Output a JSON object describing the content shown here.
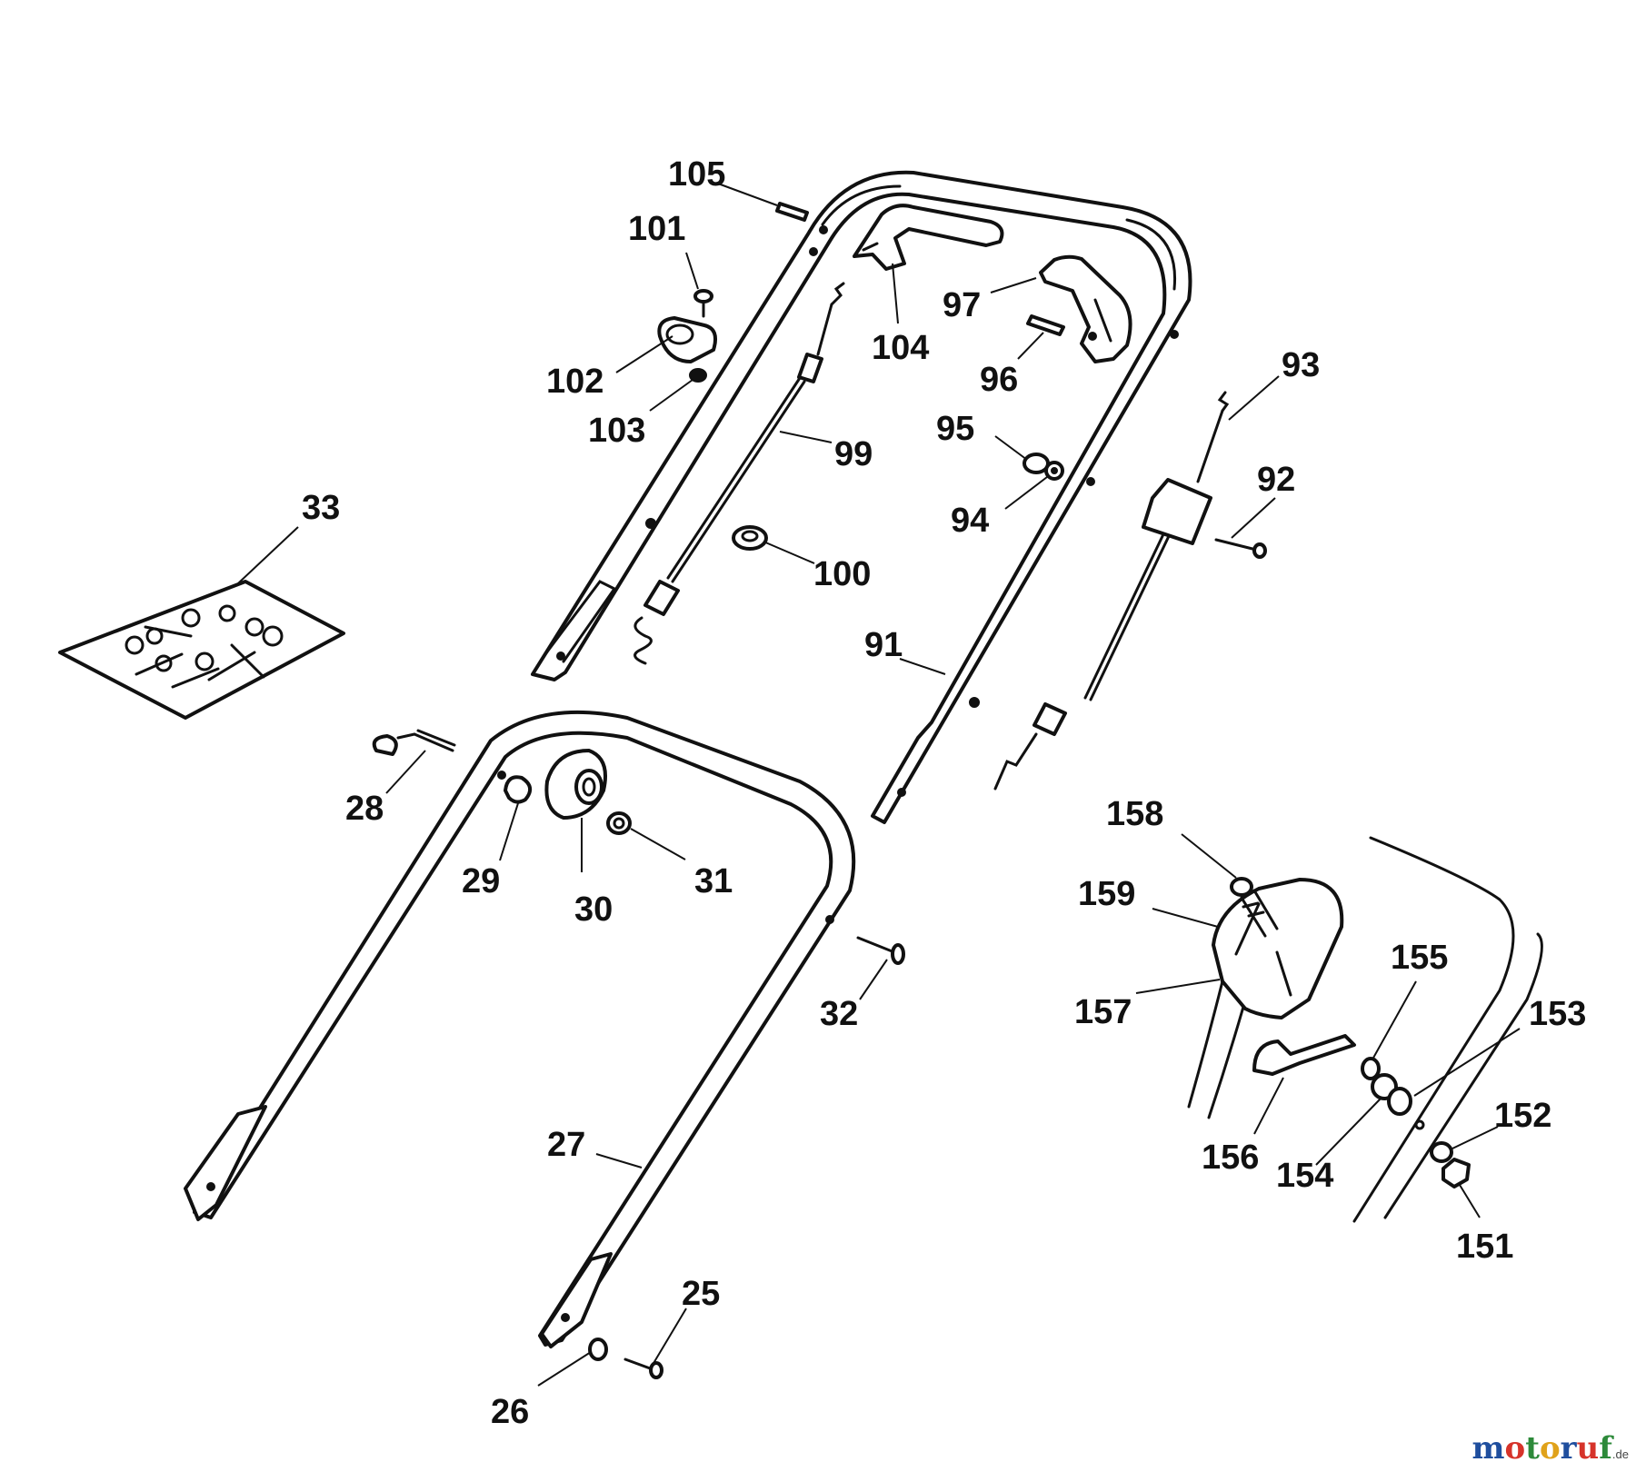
{
  "callouts": [
    {
      "id": "c105",
      "label": "105"
    },
    {
      "id": "c101",
      "label": "101"
    },
    {
      "id": "c102",
      "label": "102"
    },
    {
      "id": "c103",
      "label": "103"
    },
    {
      "id": "c104",
      "label": "104"
    },
    {
      "id": "c97",
      "label": "97"
    },
    {
      "id": "c96",
      "label": "96"
    },
    {
      "id": "c93",
      "label": "93"
    },
    {
      "id": "c95",
      "label": "95"
    },
    {
      "id": "c99",
      "label": "99"
    },
    {
      "id": "c94",
      "label": "94"
    },
    {
      "id": "c92",
      "label": "92"
    },
    {
      "id": "c33",
      "label": "33"
    },
    {
      "id": "c100",
      "label": "100"
    },
    {
      "id": "c91",
      "label": "91"
    },
    {
      "id": "c28",
      "label": "28"
    },
    {
      "id": "c29",
      "label": "29"
    },
    {
      "id": "c30",
      "label": "30"
    },
    {
      "id": "c31",
      "label": "31"
    },
    {
      "id": "c158",
      "label": "158"
    },
    {
      "id": "c159",
      "label": "159"
    },
    {
      "id": "c32",
      "label": "32"
    },
    {
      "id": "c157",
      "label": "157"
    },
    {
      "id": "c155",
      "label": "155"
    },
    {
      "id": "c153",
      "label": "153"
    },
    {
      "id": "c27",
      "label": "27"
    },
    {
      "id": "c152",
      "label": "152"
    },
    {
      "id": "c156",
      "label": "156"
    },
    {
      "id": "c154",
      "label": "154"
    },
    {
      "id": "c151",
      "label": "151"
    },
    {
      "id": "c25",
      "label": "25"
    },
    {
      "id": "c26",
      "label": "26"
    }
  ],
  "watermark": {
    "letters": [
      {
        "ch": "m",
        "color": "#1f4e9e"
      },
      {
        "ch": "o",
        "color": "#d6332a"
      },
      {
        "ch": "t",
        "color": "#2d8a3a"
      },
      {
        "ch": "o",
        "color": "#e0a21a"
      },
      {
        "ch": "r",
        "color": "#1f4e9e"
      },
      {
        "ch": "u",
        "color": "#d6332a"
      },
      {
        "ch": "f",
        "color": "#2d8a3a"
      }
    ],
    "tld": ".de"
  }
}
